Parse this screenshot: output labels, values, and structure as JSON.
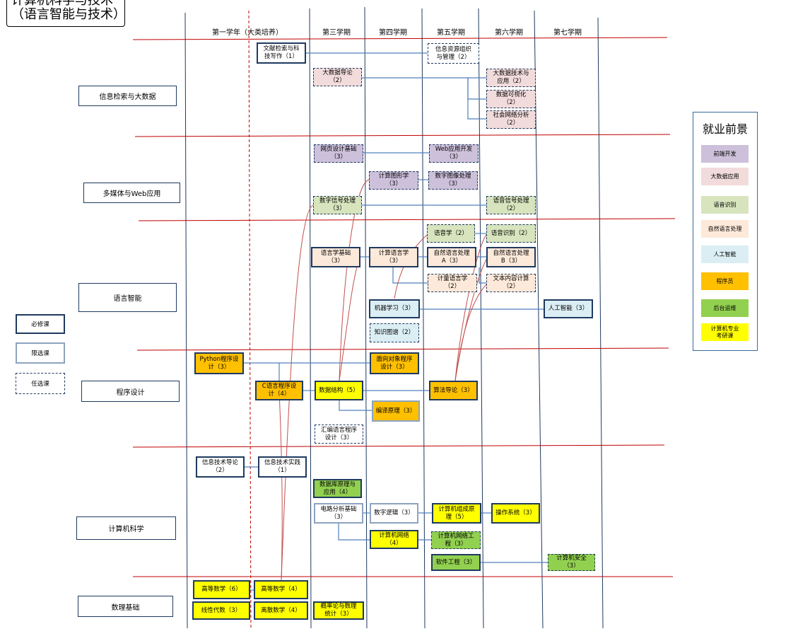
{
  "title": {
    "line1": "计算机科学与技术",
    "line2": "（语言智能与技术）"
  },
  "semesters": [
    "第一学年（大类培养）",
    "第三学期",
    "第四学期",
    "第五学期",
    "第六学期",
    "第七学期"
  ],
  "categories": [
    "信息检索与大数据",
    "多媒体与Web应用",
    "语言智能",
    "程序设计",
    "计算机科学",
    "数理基础"
  ],
  "legend": [
    "必修课",
    "限选课",
    "任选课"
  ],
  "career": {
    "title": "就业前景",
    "items": [
      {
        "label": "前端开发",
        "color": "#ccc0da"
      },
      {
        "label": "大数据应用",
        "color": "#f2dcdb"
      },
      {
        "label": "语音识别",
        "color": "#d7e4bd"
      },
      {
        "label": "自然语言处理",
        "color": "#fde9d9"
      },
      {
        "label": "人工智能",
        "color": "#dbeef4"
      },
      {
        "label": "程序员",
        "color": "#ffc000"
      },
      {
        "label": "后台运维",
        "color": "#92d050"
      },
      {
        "label": "计算机专业\n考研课",
        "color": "#ffff00"
      }
    ]
  },
  "courses": {
    "wenxian": {
      "label": "文献检索与科\n技写作（1）",
      "color": "#ffffff",
      "type": "must"
    },
    "xinxiziyuan": {
      "label": "信息资源组织\n与管理（2）",
      "color": "#ffffff",
      "type": "opt"
    },
    "dashuju_daolun": {
      "label": "大数据导论\n（2）",
      "color": "#f2dcdb",
      "type": "opt"
    },
    "dashuju_jishu": {
      "label": "大数据技术与\n应用（2）",
      "color": "#f2dcdb",
      "type": "opt"
    },
    "shuju_keshihua": {
      "label": "数据可视化\n（2）",
      "color": "#f2dcdb",
      "type": "opt"
    },
    "shehui_wangluo": {
      "label": "社会网络分析\n（2）",
      "color": "#f2dcdb",
      "type": "opt"
    },
    "wangye": {
      "label": "网页设计基础\n（3）",
      "color": "#ccc0da",
      "type": "opt"
    },
    "web_kaifa": {
      "label": "Web应用开发\n（3）",
      "color": "#ccc0da",
      "type": "opt"
    },
    "tuxingxue": {
      "label": "计算图形学\n（3）",
      "color": "#ccc0da",
      "type": "opt"
    },
    "tuxiang": {
      "label": "数字图像处理\n（3）",
      "color": "#ccc0da",
      "type": "opt"
    },
    "shuzi_xinhao": {
      "label": "数字信号处理\n（3）",
      "color": "#d7e4bd",
      "type": "opt"
    },
    "yuyin_xinhao": {
      "label": "语音信号处理\n（2）",
      "color": "#d7e4bd",
      "type": "opt"
    },
    "yuyinxue": {
      "label": "语音学（2）",
      "color": "#d7e4bd",
      "type": "opt"
    },
    "yuyin_shibie": {
      "label": "语音识别（2）",
      "color": "#d7e4bd",
      "type": "opt"
    },
    "yuyanxue": {
      "label": "语言学基础\n（3）",
      "color": "#fde9d9",
      "type": "must"
    },
    "jisuan_yuyanxue": {
      "label": "计算语言学\n（3）",
      "color": "#fde9d9",
      "type": "must"
    },
    "nlp_a": {
      "label": "自然语言处理\nA（3）",
      "color": "#fde9d9",
      "type": "must"
    },
    "nlp_b": {
      "label": "自然语言处理\nB（3）",
      "color": "#fde9d9",
      "type": "must"
    },
    "jiliang_yuyanxue": {
      "label": "计量语言学\n（2）",
      "color": "#fde9d9",
      "type": "opt"
    },
    "wenben_neirong": {
      "label": "文本内容计算\n（2）",
      "color": "#fde9d9",
      "type": "opt"
    },
    "jiqi_xuexi": {
      "label": "机器学习（3）",
      "color": "#dbeef4",
      "type": "must"
    },
    "rengong_zhineng": {
      "label": "人工智能（3）",
      "color": "#dbeef4",
      "type": "must"
    },
    "zhishi_tupu": {
      "label": "知识图谱（2）",
      "color": "#dbeef4",
      "type": "opt"
    },
    "python": {
      "label": "Python程序设\n计（3）",
      "color": "#ffc000",
      "type": "must"
    },
    "mianxiang_duixiang": {
      "label": "面向对象程序\n设计（3）",
      "color": "#ffc000",
      "type": "must"
    },
    "c_yuyan": {
      "label": "C语言程序设\n计（4）",
      "color": "#ffc000",
      "type": "must"
    },
    "shuju_jiegou": {
      "label": "数据结构（5）",
      "color": "#ffff00",
      "type": "must"
    },
    "suanfa": {
      "label": "算法导论（3）",
      "color": "#ffc000",
      "type": "must"
    },
    "bianyi": {
      "label": "编译原理（3）",
      "color": "#ffc000",
      "type": "lim"
    },
    "huibian": {
      "label": "汇编语言程序\n设计（3）",
      "color": "#ffffff",
      "type": "opt"
    },
    "xinxi_daolun": {
      "label": "信息技术导论\n（2）",
      "color": "#ffffff",
      "type": "must"
    },
    "xinxi_shijian": {
      "label": "信息技术实践\n（1）",
      "color": "#ffffff",
      "type": "must"
    },
    "shujuku": {
      "label": "数据库原理与\n应用（4）",
      "color": "#92d050",
      "type": "must"
    },
    "dianlu": {
      "label": "电路分析基础\n（3）",
      "color": "#ffffff",
      "type": "lim"
    },
    "shuzi_luoji": {
      "label": "数字逻辑（3）",
      "color": "#ffffff",
      "type": "lim"
    },
    "zucheng": {
      "label": "计算机组成原\n理（5）",
      "color": "#ffff00",
      "type": "must"
    },
    "caozuo": {
      "label": "操作系统（3）",
      "color": "#ffff00",
      "type": "must"
    },
    "jisuanji_wangluo": {
      "label": "计算机网络\n（4）",
      "color": "#ffff00",
      "type": "must"
    },
    "wangluo_gongcheng": {
      "label": "计算机网络工\n程（3）",
      "color": "#92d050",
      "type": "opt"
    },
    "ruanjian": {
      "label": "软件工程（3）",
      "color": "#92d050",
      "type": "must"
    },
    "anquan": {
      "label": "计算机安全\n（3）",
      "color": "#92d050",
      "type": "opt"
    },
    "gaoshu6": {
      "label": "高等数学（6）",
      "color": "#ffff00",
      "type": "must"
    },
    "gaoshu4": {
      "label": "高等数学（4）",
      "color": "#ffff00",
      "type": "must"
    },
    "xianxing": {
      "label": "线性代数（3）",
      "color": "#ffff00",
      "type": "must"
    },
    "lisan": {
      "label": "离散数学（4）",
      "color": "#ffff00",
      "type": "must"
    },
    "gailv": {
      "label": "概率论与数理\n统计（3）",
      "color": "#ffff00",
      "type": "must"
    }
  }
}
